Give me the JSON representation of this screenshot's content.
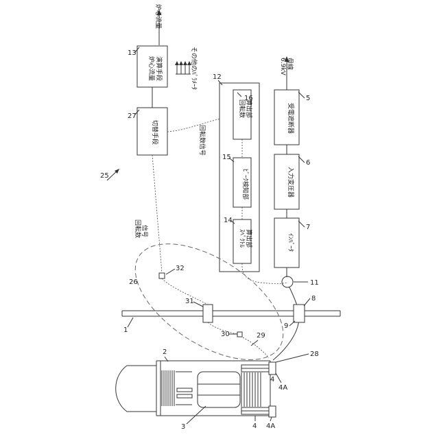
{
  "diagram": {
    "top_output": "炉心流量",
    "other_params": "その他のﾊﾟﾗﾒｰﾀ",
    "voltage": "6.9kV",
    "bus": "母線",
    "rotation_signal": "回転数信号",
    "rotation_signal_stacked": [
      "回転数",
      "信号"
    ],
    "blocks": {
      "b13": {
        "num": "13",
        "lines": [
          "炉心流量",
          "演算手段"
        ]
      },
      "b27": {
        "num": "27",
        "lines": [
          "切替手段"
        ]
      },
      "b16": {
        "num": "16",
        "lines": [
          "回転数",
          "算出部"
        ]
      },
      "b15": {
        "num": "15",
        "lines": [
          "ﾋﾟｰｸ検知部"
        ]
      },
      "b14": {
        "num": "14",
        "lines": [
          "ｽﾍﾟｸﾄﾙ",
          "算出部"
        ]
      },
      "b5": {
        "num": "5",
        "lines": [
          "受電遮断器"
        ]
      },
      "b6": {
        "num": "6",
        "lines": [
          "入力変圧器"
        ]
      },
      "b7": {
        "num": "7",
        "lines": [
          "ｲﾝﾊﾞｰﾀ"
        ]
      }
    },
    "refs": {
      "n12": "12",
      "n25": "25",
      "n26": "26",
      "n32": "32",
      "n31": "31",
      "n1": "1",
      "n11": "11",
      "n8": "8",
      "n9": "9",
      "n30": "30",
      "n29": "29",
      "n28": "28",
      "n2": "2",
      "n3": "3",
      "n4a": "4",
      "n4b": "4",
      "n4A_a": "4A",
      "n4A_b": "4A"
    }
  }
}
